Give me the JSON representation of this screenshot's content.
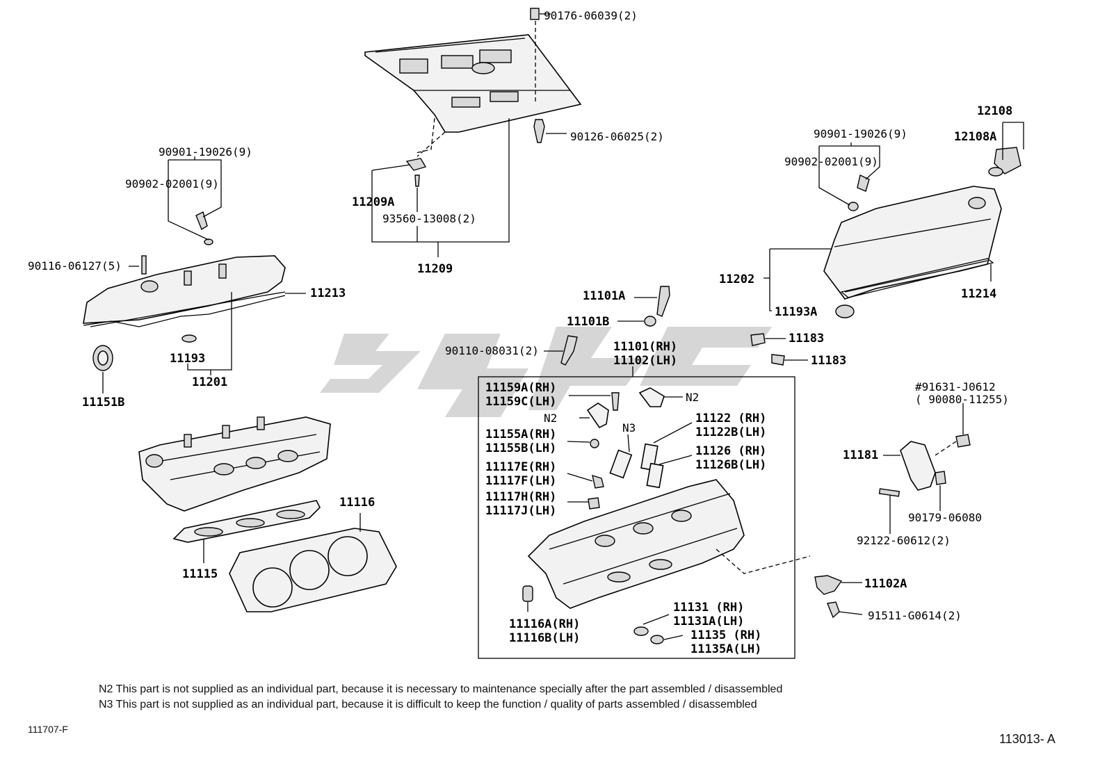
{
  "labels": {
    "p90176": "90176-06039(2)",
    "p90126": "90126-06025(2)",
    "p11209A": "11209A",
    "p93560": "93560-13008(2)",
    "p11209": "11209",
    "p90901_l": "90901-19026(9)",
    "p90902_l": "90902-02001(9)",
    "p90116": "90116-06127(5)",
    "p11213": "11213",
    "p11193": "11193",
    "p11201": "11201",
    "p11151B": "11151B",
    "p90901_r": "90901-19026(9)",
    "p90902_r": "90902-02001(9)",
    "p12108": "12108",
    "p12108A": "12108A",
    "p11202": "11202",
    "p11214": "11214",
    "p11193A": "11193A",
    "p11101A": "11101A",
    "p11101B": "11101B",
    "p90110": "90110-08031(2)",
    "p11101": "11101(RH)",
    "p11102": "11102(LH)",
    "p11183a": "11183",
    "p11183b": "11183",
    "p11159A": "11159A(RH)",
    "p11159C": "11159C(LH)",
    "n2a": "N2",
    "n2b": "N2",
    "n3": "N3",
    "p11155A": "11155A(RH)",
    "p11155B": "11155B(LH)",
    "p11122": "11122  (RH)",
    "p11122B": "11122B(LH)",
    "p11126": "11126  (RH)",
    "p11126B": "11126B(LH)",
    "p11117E": "11117E(RH)",
    "p11117F": "11117F(LH)",
    "p11117H": "11117H(RH)",
    "p11117J": "11117J(LH)",
    "p11116A": "11116A(RH)",
    "p11116B": "11116B(LH)",
    "p11131": "11131  (RH)",
    "p11131A": "11131A(LH)",
    "p11135": "11135  (RH)",
    "p11135A": "11135A(LH)",
    "p91631": "#91631-J0612",
    "p90080": "( 90080-11255)",
    "p11181": "11181",
    "p90179": "90179-06080",
    "p92122": "92122-60612(2)",
    "p11102A": "11102A",
    "p91511": "91511-G0614(2)",
    "p11116": "11116",
    "p11115": "11115"
  },
  "notes": {
    "n2": "N2  This part is not supplied as an individual part, because it is necessary to maintenance specially after the part assembled / disassembled",
    "n3": "N3  This part is not supplied as an individual part, because it is difficult to keep the function / quality of parts  assembled / disassembled"
  },
  "footer": {
    "left_code": "111707-F",
    "right_code": "113013- A"
  },
  "colors": {
    "watermark": "#c8c8c8",
    "line": "#000000"
  }
}
